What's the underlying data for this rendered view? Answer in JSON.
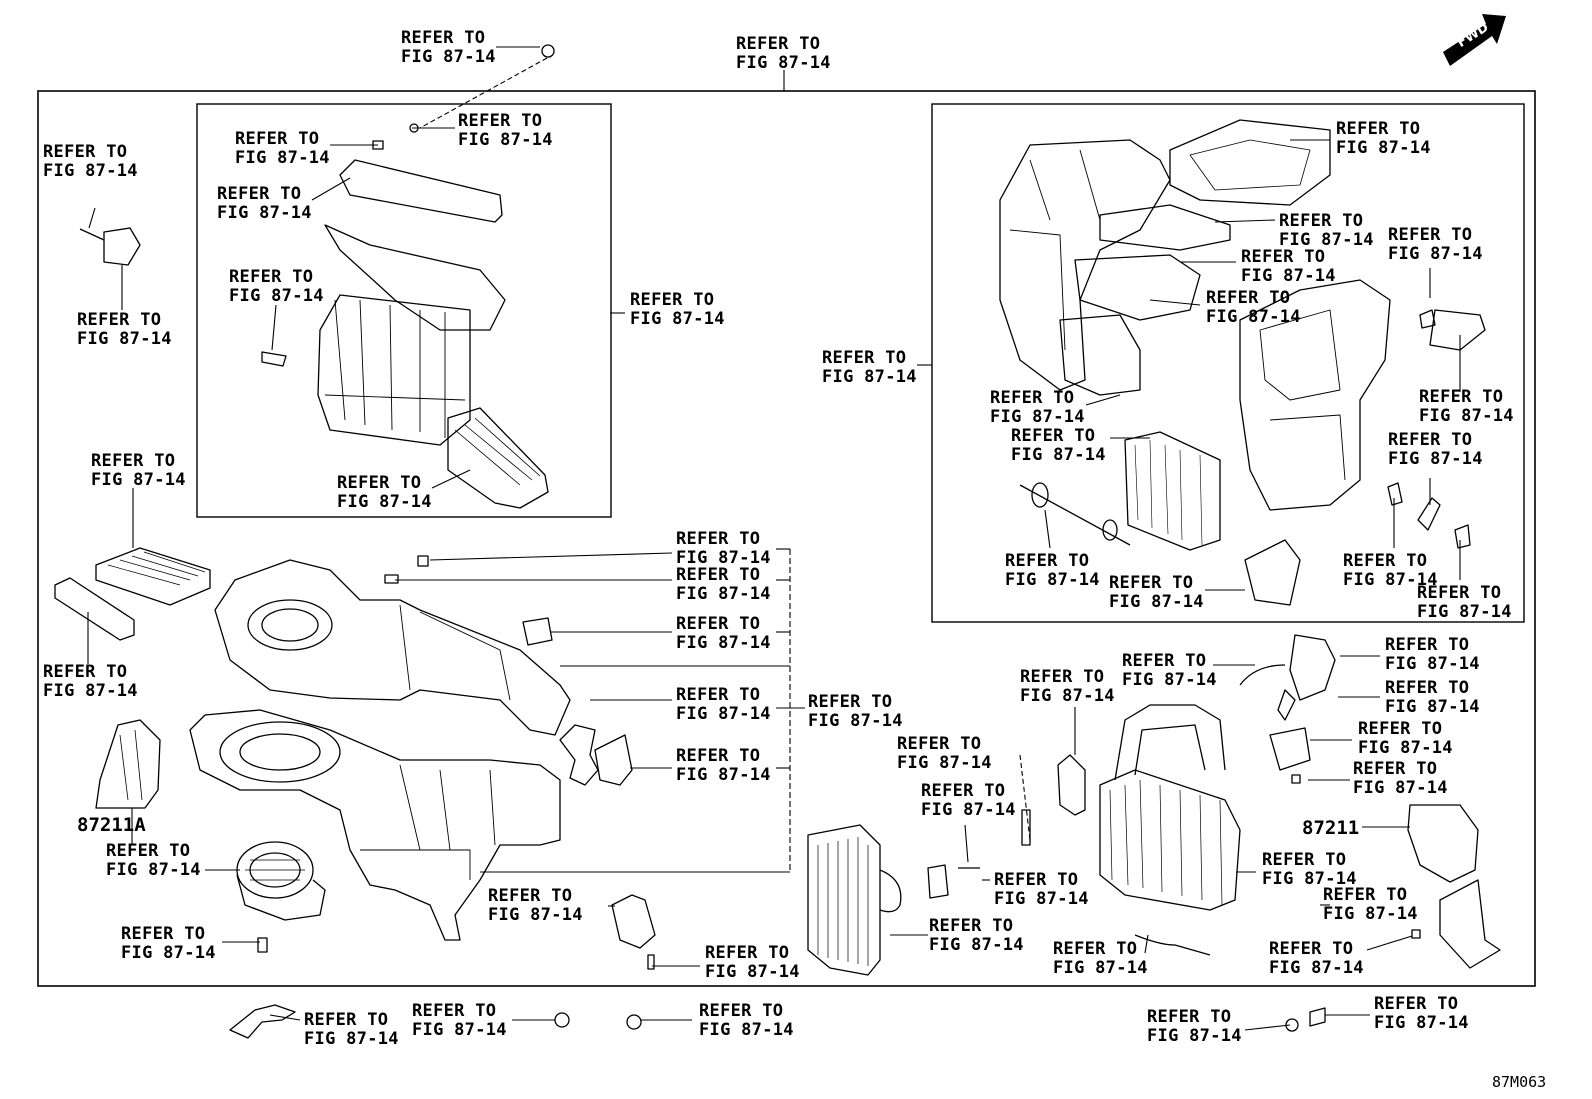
{
  "figure_code": "87M063",
  "fwd_label": "FWD",
  "part_numbers": {
    "left": "87211A",
    "right": "87211"
  },
  "refer_line1": "REFER TO",
  "refer_line2": "FIG 87-14",
  "callouts": [
    {
      "id": "c01"
    },
    {
      "id": "c02"
    },
    {
      "id": "c03"
    },
    {
      "id": "c04"
    },
    {
      "id": "c05"
    },
    {
      "id": "c06"
    },
    {
      "id": "c07"
    },
    {
      "id": "c08"
    },
    {
      "id": "c09"
    },
    {
      "id": "c10"
    },
    {
      "id": "c11"
    },
    {
      "id": "c12"
    },
    {
      "id": "c13"
    },
    {
      "id": "c14"
    },
    {
      "id": "c15"
    },
    {
      "id": "c16"
    },
    {
      "id": "c17"
    },
    {
      "id": "c18"
    },
    {
      "id": "c19"
    },
    {
      "id": "c20"
    },
    {
      "id": "c21"
    },
    {
      "id": "c22"
    },
    {
      "id": "c23"
    },
    {
      "id": "c24"
    },
    {
      "id": "c25"
    },
    {
      "id": "c26"
    },
    {
      "id": "c27"
    },
    {
      "id": "c28"
    },
    {
      "id": "c29"
    },
    {
      "id": "c30"
    },
    {
      "id": "c31"
    },
    {
      "id": "c32"
    },
    {
      "id": "c33"
    },
    {
      "id": "c34"
    },
    {
      "id": "c35"
    },
    {
      "id": "c36"
    },
    {
      "id": "c37"
    },
    {
      "id": "c38"
    },
    {
      "id": "c39"
    },
    {
      "id": "c40"
    },
    {
      "id": "c41"
    },
    {
      "id": "c42"
    },
    {
      "id": "c43"
    },
    {
      "id": "c44"
    },
    {
      "id": "c45"
    },
    {
      "id": "c46"
    },
    {
      "id": "c47"
    },
    {
      "id": "c48"
    },
    {
      "id": "c49"
    },
    {
      "id": "c50"
    },
    {
      "id": "c51"
    },
    {
      "id": "c52"
    },
    {
      "id": "c53"
    },
    {
      "id": "c54"
    },
    {
      "id": "c55"
    }
  ]
}
